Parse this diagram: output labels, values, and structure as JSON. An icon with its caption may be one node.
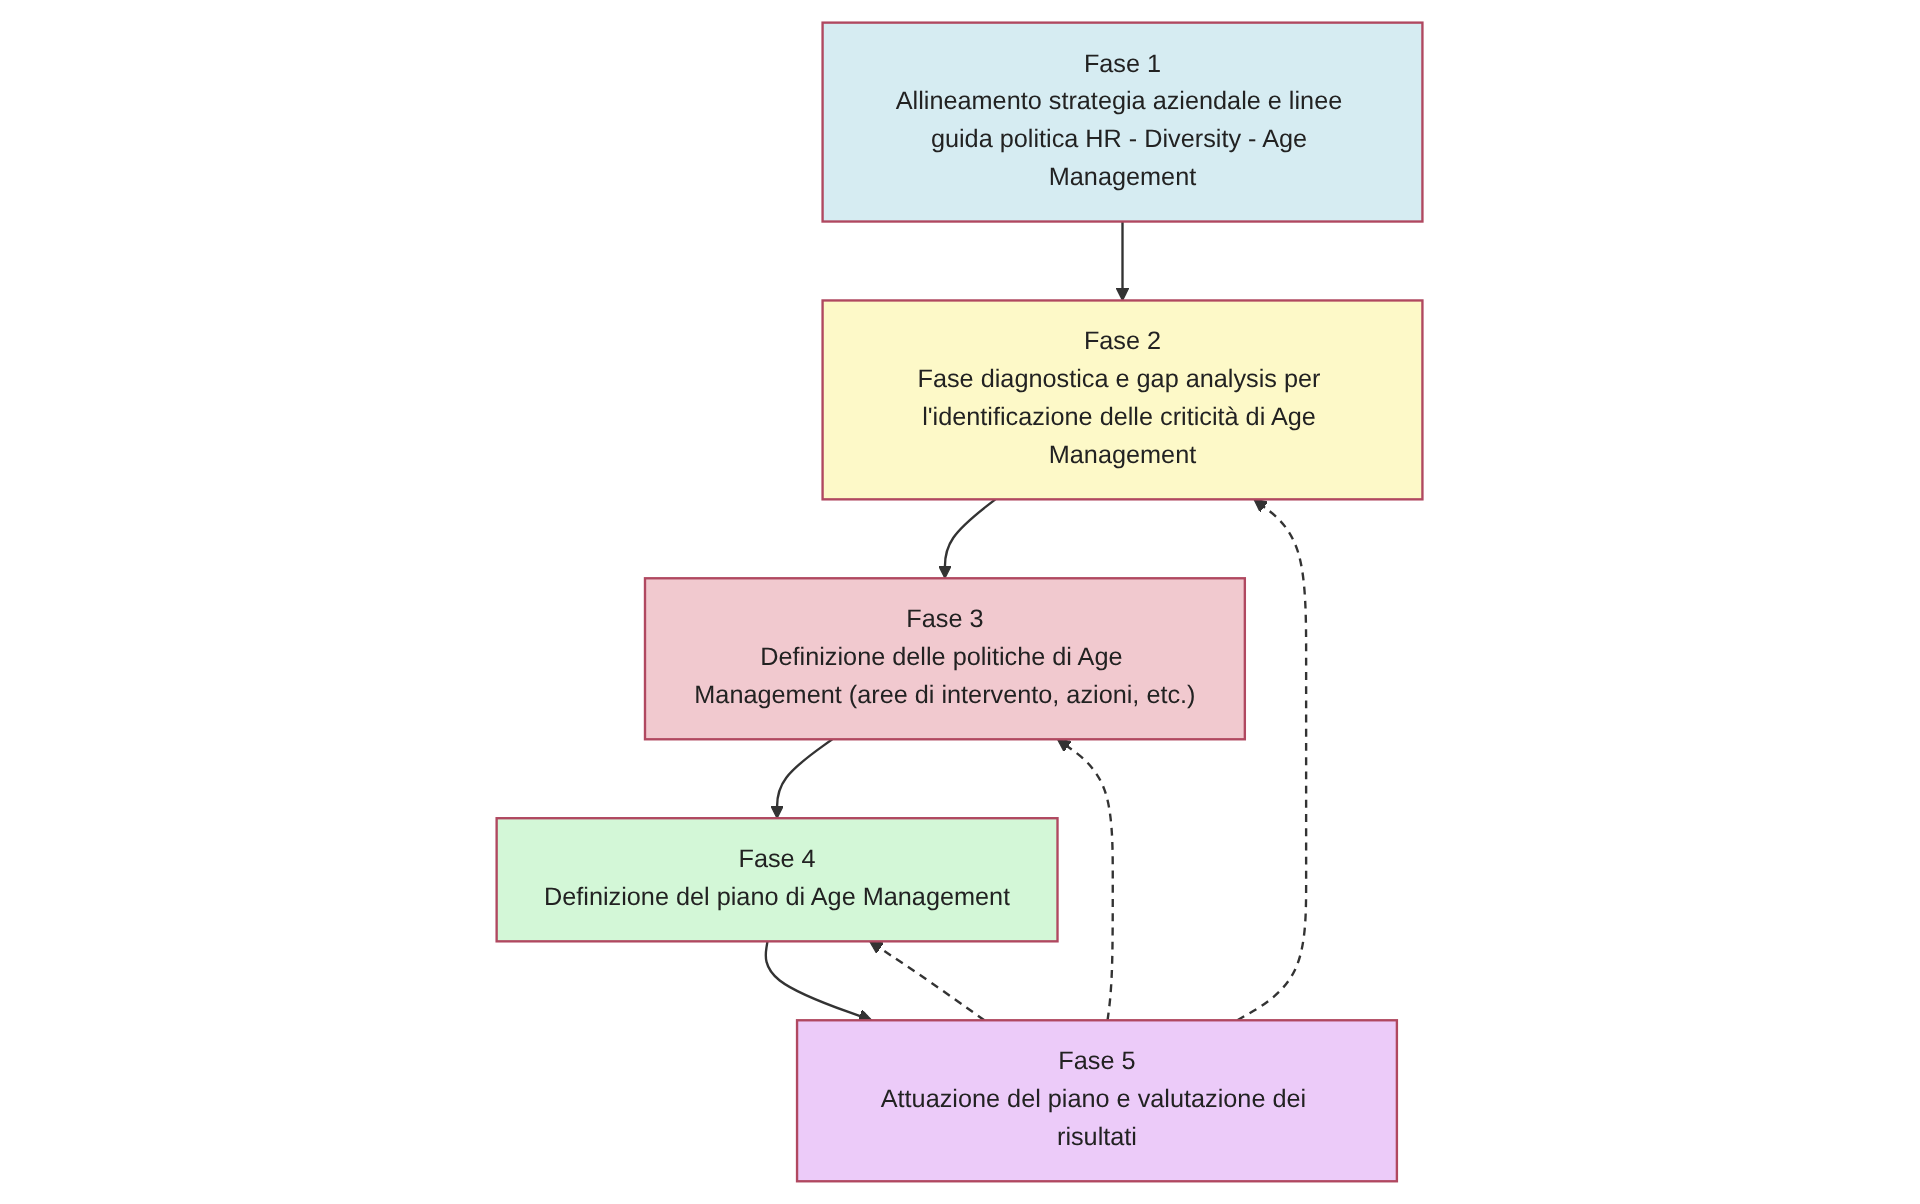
{
  "diagram": {
    "nodes": [
      {
        "text": [
          "Fase 1",
          "Allineamento strategia aziendale e linee guida politica HR - Diversity - Age Management"
        ]
      },
      {
        "text": [
          "Fase 2",
          "Fase diagnostica e gap analysis per l'identificazione delle criticità di Age Management"
        ]
      },
      {
        "text": [
          "Fase 3",
          "Definizione delle politiche di Age Management (aree di intervento, azioni, etc.)"
        ]
      },
      {
        "text": [
          "Fase 4",
          "Definizione del piano di Age Management"
        ]
      },
      {
        "text": [
          "Fase 5",
          "Attuazione del piano e valutazione dei risultati"
        ]
      }
    ],
    "edges": [
      {
        "from": 0,
        "to": 1,
        "arrow": "to"
      },
      {
        "from": 1,
        "to": 2,
        "arrow": "to"
      },
      {
        "from": 2,
        "to": 3,
        "arrow": "to"
      },
      {
        "from": 3,
        "to": 4,
        "arrow": "to"
      },
      {
        "from": 4,
        "to": 1,
        "arrow": "to",
        "style": "dashed"
      },
      {
        "from": 4,
        "to": 2,
        "arrow": "to",
        "style": "dashed"
      },
      {
        "from": 4,
        "to": 3,
        "arrow": "to",
        "style": "dashed"
      }
    ]
  }
}
